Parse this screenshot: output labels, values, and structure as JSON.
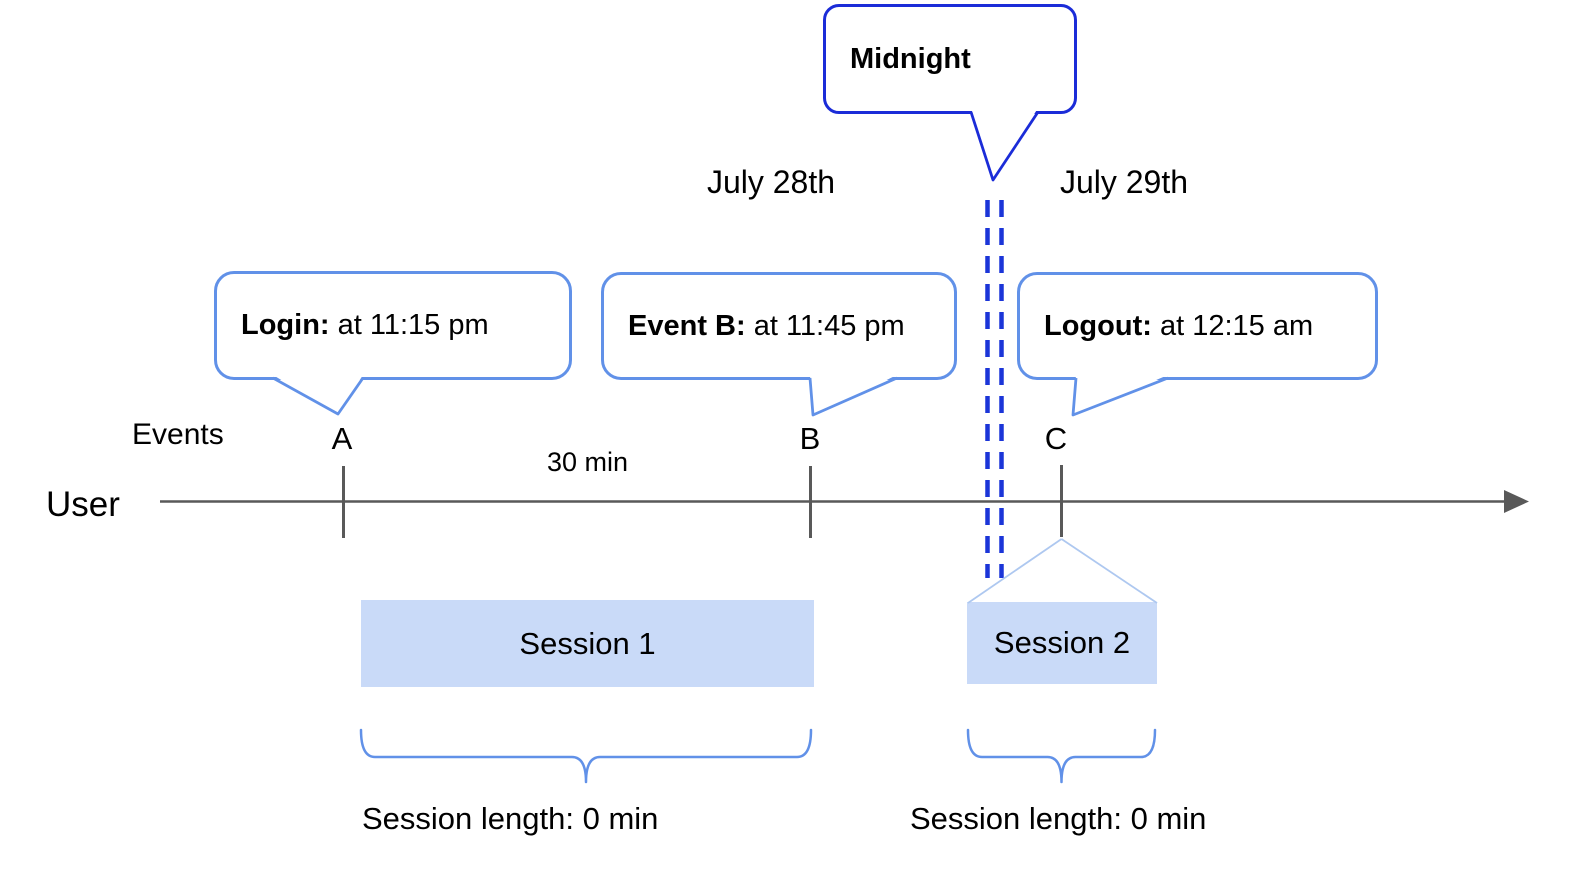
{
  "colors": {
    "background": "#ffffff",
    "callout_border_light": "#6191e8",
    "callout_border_dark": "#1b2cd8",
    "dashed_line": "#1b35d8",
    "session_fill": "#c9daf8",
    "connector_light": "#aec8f0",
    "axis_gray": "#595959",
    "text": "#000000"
  },
  "callouts": {
    "midnight": {
      "label": "Midnight"
    },
    "login": {
      "title": "Login:",
      "detail": " at 11:15 pm"
    },
    "event_b": {
      "title": "Event B:",
      "detail": " at 11:45 pm"
    },
    "logout": {
      "title": "Logout:",
      "detail": " at 12:15 am"
    }
  },
  "dates": {
    "before_midnight": "July 28th",
    "after_midnight": "July 29th"
  },
  "timeline": {
    "row_label": "User",
    "events_label": "Events",
    "interval_label": "30 min",
    "marks": [
      "A",
      "B",
      "C"
    ]
  },
  "sessions": [
    {
      "label": "Session 1",
      "length_label": "Session length: 0 min"
    },
    {
      "label": "Session 2",
      "length_label": "Session length: 0 min"
    }
  ]
}
